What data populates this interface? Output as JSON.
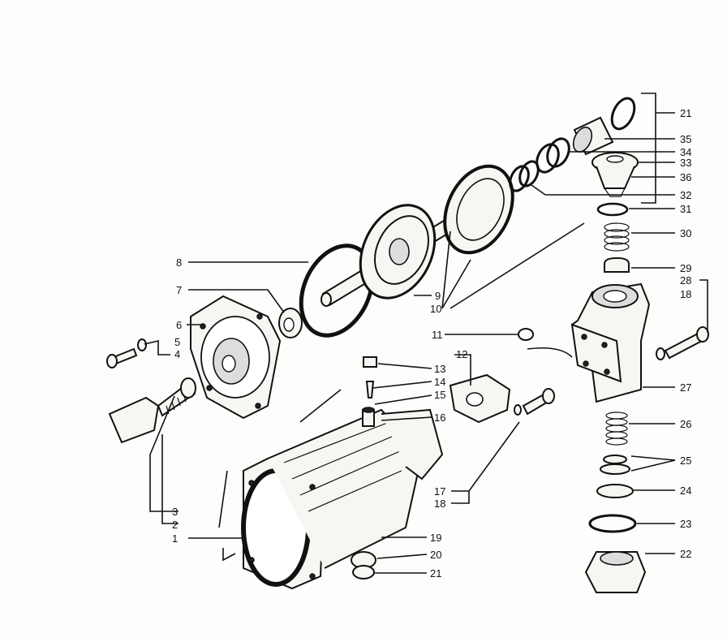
{
  "labels": {
    "l1": "1",
    "l2": "2",
    "l3": "3",
    "l4": "4",
    "l5": "5",
    "l6": "6",
    "l7": "7",
    "l8": "8",
    "l9": "9",
    "l10": "10",
    "l11": "11",
    "l12": "12",
    "l13": "13",
    "l14": "14",
    "l15": "15",
    "l16": "16",
    "l17": "17",
    "l18a": "18",
    "l18b": "18",
    "l19": "19",
    "l20": "20",
    "l21a": "21",
    "l21b": "21",
    "l22": "22",
    "l23": "23",
    "l24": "24",
    "l25": "25",
    "l26": "26",
    "l27": "27",
    "l28": "28",
    "l29": "29",
    "l30": "30",
    "l31": "31",
    "l32": "32",
    "l33": "33",
    "l34": "34",
    "l35": "35",
    "l36": "36"
  }
}
